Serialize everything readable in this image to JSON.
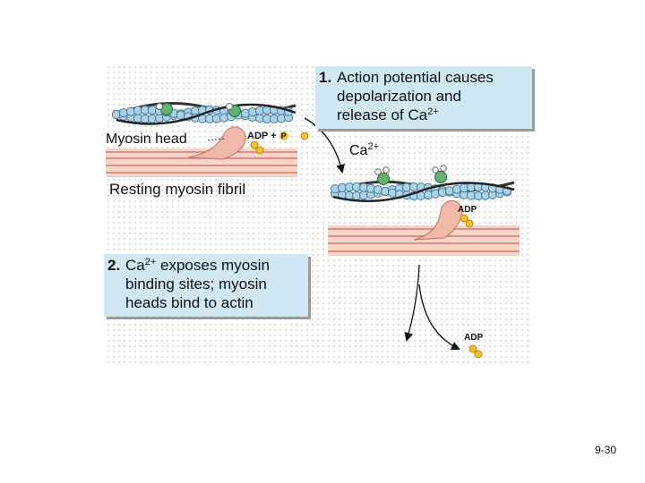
{
  "step1": {
    "number": "1.",
    "lines": [
      "Action potential causes",
      "depolarization and",
      "release of Ca"
    ],
    "ion_sup": "2+"
  },
  "step2": {
    "number": "2.",
    "line1_prefix": "Ca",
    "line1_sup": "2+",
    "line1_suffix": " exposes myosin",
    "lines": [
      "binding sites; myosin",
      "heads bind to actin"
    ]
  },
  "labels": {
    "myosin_head": "Myosin head",
    "resting_fibril": "Resting myosin fibril",
    "adp": "ADP",
    "plus": "+",
    "pi": "P",
    "calcium": "Ca",
    "calcium_sup": "2+"
  },
  "slide_number": "9-30",
  "colors": {
    "callout_bg": "#cfe8f4",
    "actin_bead": "#a9d3ea",
    "troponin": "#5fb36b",
    "myosin_head": "#f2b8a8",
    "myosin_band": "#f4cdbf",
    "phosphate": "#f2c230"
  }
}
